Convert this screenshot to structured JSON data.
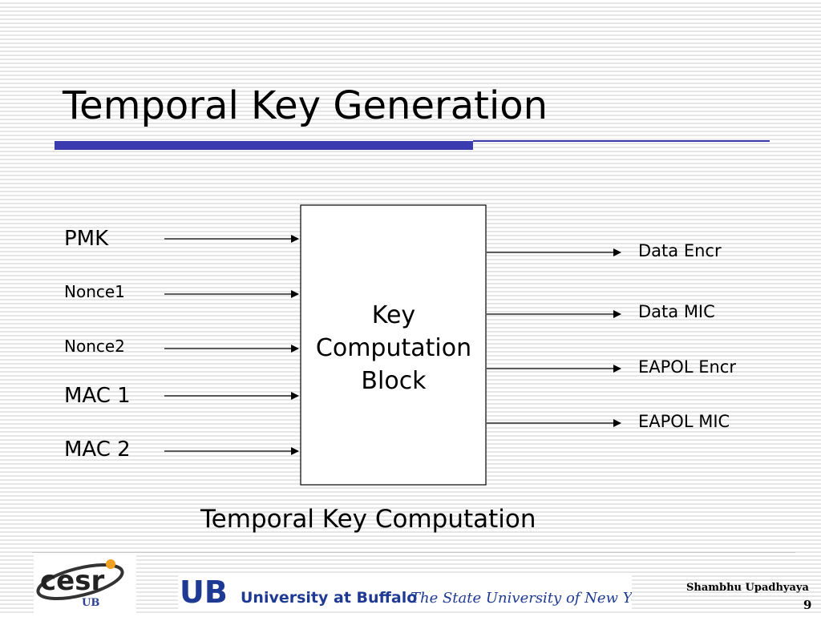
{
  "slide": {
    "title": "Temporal Key Generation",
    "caption": "Temporal Key Computation",
    "accent_color": "#3b3bb0"
  },
  "diagram": {
    "block_lines": [
      "Key",
      "Computation",
      "Block"
    ],
    "inputs": [
      "PMK",
      "Nonce1",
      "Nonce2",
      "MAC 1",
      "MAC 2"
    ],
    "outputs": [
      "Data Encr",
      "Data MIC",
      "EAPOL Encr",
      "EAPOL MIC"
    ]
  },
  "footer": {
    "university_name": "University at Buffalo",
    "university_tagline": "The State University of New York",
    "ub_mark": "UB",
    "cesr_mark": "cesr",
    "author": "Shambhu Upadhyaya",
    "page_number": "9"
  }
}
